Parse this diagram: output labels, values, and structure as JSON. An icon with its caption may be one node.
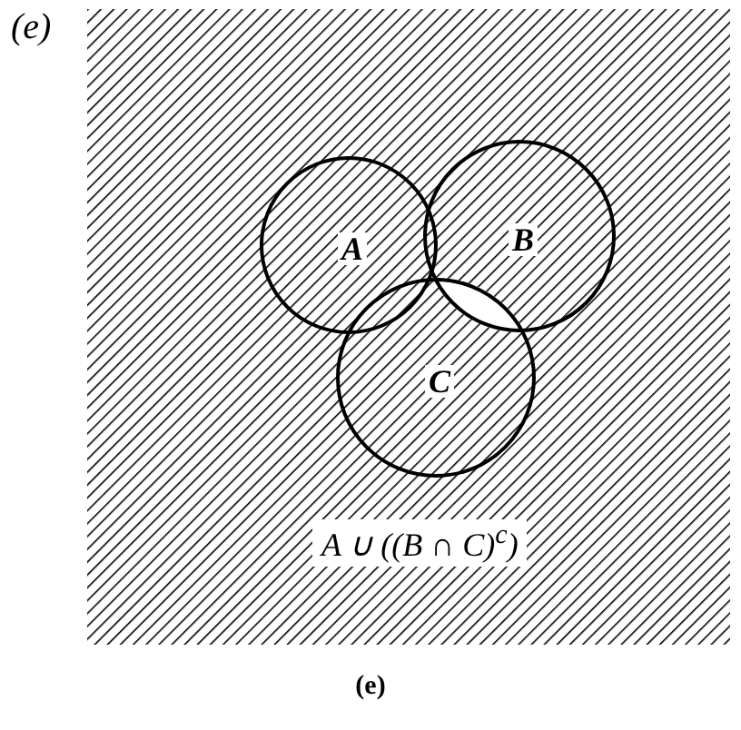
{
  "diagram": {
    "title": "(e)",
    "caption": "(e)",
    "nodes": [
      {
        "text": [
          "A ∪ ((B ∩ C)$^{c}$)"
        ]
      },
      {
        "text": [
          "A"
        ],
        "in": 0
      },
      {
        "text": [
          "B"
        ],
        "in": 0
      },
      {
        "text": [
          "C"
        ],
        "in": 0
      }
    ],
    "edges": []
  }
}
